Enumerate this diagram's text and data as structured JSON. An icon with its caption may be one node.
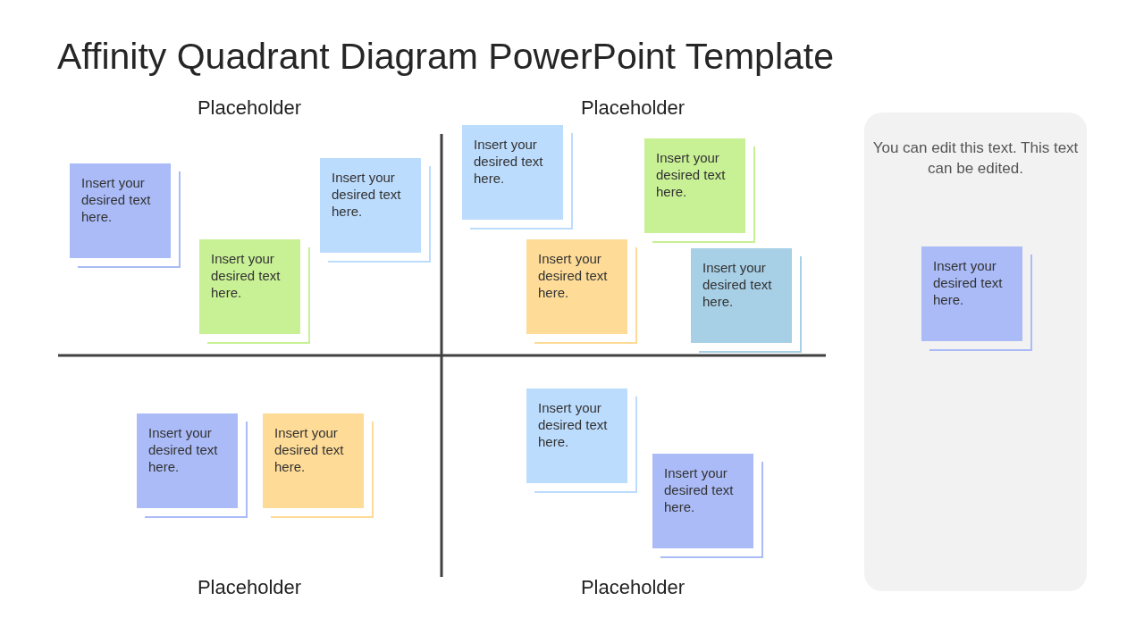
{
  "diagram": {
    "title": "Affinity Quadrant Diagram PowerPoint Template",
    "nodes": [
      {
        "text": [
          "Insert your desired text here."
        ]
      },
      {
        "text": [
          "Insert your desired text here."
        ]
      },
      {
        "text": [
          "Insert your desired text here."
        ]
      },
      {
        "text": [
          "Insert your desired text here."
        ]
      },
      {
        "text": [
          "Insert your desired text here."
        ]
      },
      {
        "text": [
          "Insert your desired text here."
        ]
      },
      {
        "text": [
          "Insert your desired text here."
        ]
      },
      {
        "text": [
          "Insert your desired text here."
        ]
      },
      {
        "text": [
          "Insert your desired text here."
        ]
      },
      {
        "text": [
          "Insert your desired text here."
        ]
      },
      {
        "text": [
          "Insert your desired text here."
        ]
      },
      {
        "text": [
          "You can edit this text. This text can be edited."
        ]
      },
      {
        "text": [
          "Insert your desired text here."
        ],
        "in": 11
      }
    ],
    "edges": [],
    "labels": [
      "Placeholder",
      "Placeholder",
      "Placeholder",
      "Placeholder"
    ]
  }
}
